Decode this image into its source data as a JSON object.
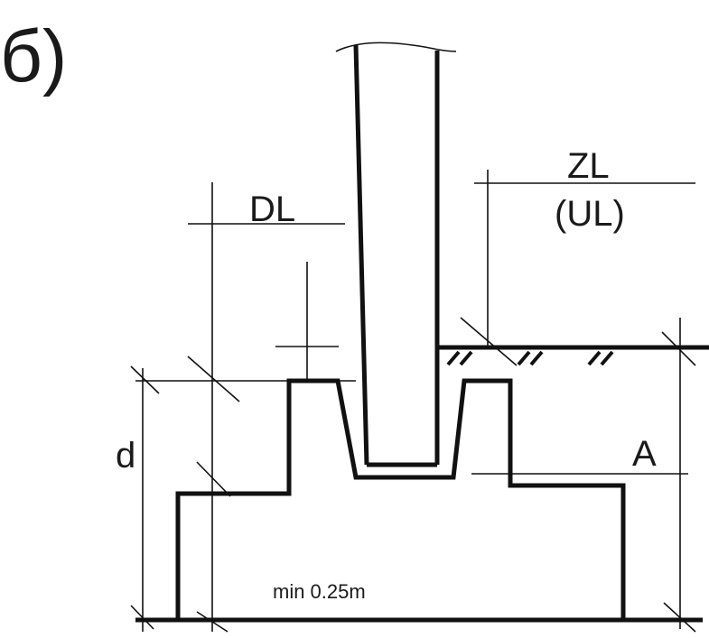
{
  "figure": {
    "panel_label": "б)",
    "labels": {
      "dl": "DL",
      "zl": "ZL",
      "ul": "(UL)",
      "d": "d",
      "a": "A",
      "min_depth": "min 0.25m"
    },
    "colors": {
      "line": "#111111",
      "background": "#ffffff"
    }
  }
}
